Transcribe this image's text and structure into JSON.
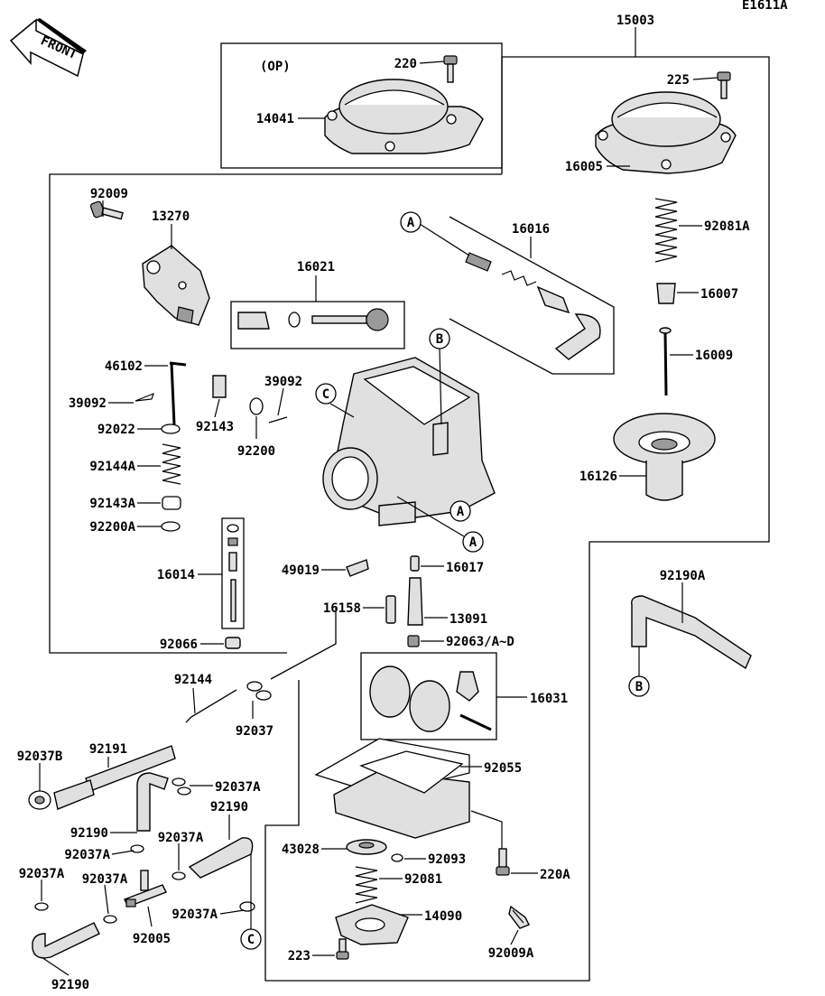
{
  "diagram_code": "E1611A",
  "front_label": "FRONT",
  "optional_label": "(OP)",
  "callouts": [
    "A",
    "B",
    "C"
  ],
  "parts": {
    "p15003": "15003",
    "p225": "225",
    "p16005": "16005",
    "p92081A": "92081A",
    "p16007": "16007",
    "p16009": "16009",
    "p16126": "16126",
    "p220": "220",
    "p14041": "14041",
    "p92009": "92009",
    "p13270": "13270",
    "p16021": "16021",
    "p16016": "16016",
    "p46102": "46102",
    "p39092a": "39092",
    "p39092b": "39092",
    "p92022": "92022",
    "p92143": "92143",
    "p92200": "92200",
    "p92144A": "92144A",
    "p92143A": "92143A",
    "p92200A": "92200A",
    "p16014": "16014",
    "p92066": "92066",
    "p49019": "49019",
    "p16017": "16017",
    "p16158": "16158",
    "p13091": "13091",
    "p92063": "92063/A~D",
    "p92190A": "92190A",
    "p92144": "92144",
    "p92037a": "92037",
    "p16031": "16031",
    "p92191": "92191",
    "p92037B": "92037B",
    "p92055": "92055",
    "p92037A_1": "92037A",
    "p92190_1": "92190",
    "p92190_2": "92190",
    "p92037A_2": "92037A",
    "p92037A_3": "92037A",
    "p92037A_4": "92037A",
    "p92037A_5": "92037A",
    "p43028": "43028",
    "p92093": "92093",
    "p92081": "92081",
    "p220A": "220A",
    "p92037A_6": "92037A",
    "p92005": "92005",
    "p14090": "14090",
    "p223": "223",
    "p92009A": "92009A",
    "p92190_3": "92190"
  }
}
